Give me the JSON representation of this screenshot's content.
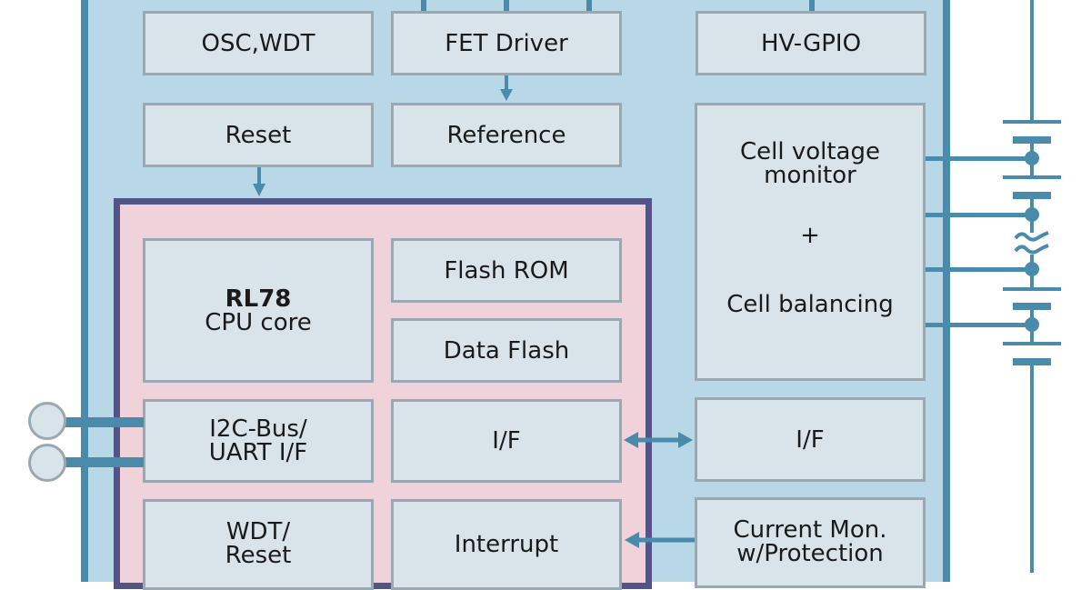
{
  "diagram": {
    "type": "block-diagram",
    "subject": "Battery management IC block diagram",
    "colors": {
      "chip_fill": "#b8d8e8",
      "chip_border": "#4a8aab",
      "mcu_fill": "#f0d3da",
      "mcu_border": "#525488",
      "block_fill": "#d9e4ea",
      "block_border": "#9aa8b2",
      "connector": "#4a8aab"
    },
    "analog_blocks": {
      "osc_wdt": "OSC,WDT",
      "fet_driver": "FET Driver",
      "hv_gpio": "HV-GPIO",
      "reset": "Reset",
      "reference": "Reference",
      "cell_monitor": {
        "line1": "Cell voltage",
        "line2": "monitor",
        "plus": "+",
        "line3": "Cell balancing"
      },
      "analog_if": "I/F",
      "current_mon": {
        "line1": "Current Mon.",
        "line2": "w/Protection"
      }
    },
    "mcu_blocks": {
      "cpu": {
        "name": "RL78",
        "sub": "CPU core"
      },
      "flash_rom": "Flash ROM",
      "data_flash": "Data Flash",
      "serial_if": {
        "line1": "I2C-Bus/",
        "line2": "UART I/F"
      },
      "mcu_if": "I/F",
      "wdt_reset": {
        "line1": "WDT/",
        "line2": "Reset"
      },
      "interrupt": "Interrupt"
    },
    "connections": [
      {
        "from": "fet_driver",
        "to": "reference",
        "kind": "arrow"
      },
      {
        "from": "reset",
        "to": "mcu",
        "kind": "arrow"
      },
      {
        "from": "mcu_if",
        "to": "analog_if",
        "kind": "bidirectional-arrow"
      },
      {
        "from": "current_mon",
        "to": "interrupt",
        "kind": "arrow"
      },
      {
        "from": "serial_if",
        "to": "external-ports",
        "kind": "bus",
        "count": 2
      },
      {
        "from": "cell_monitor",
        "to": "battery-stack",
        "kind": "tap",
        "count": 4
      }
    ],
    "battery_stack": {
      "symbol": "battery-cells",
      "break_symbol": "≈"
    }
  }
}
